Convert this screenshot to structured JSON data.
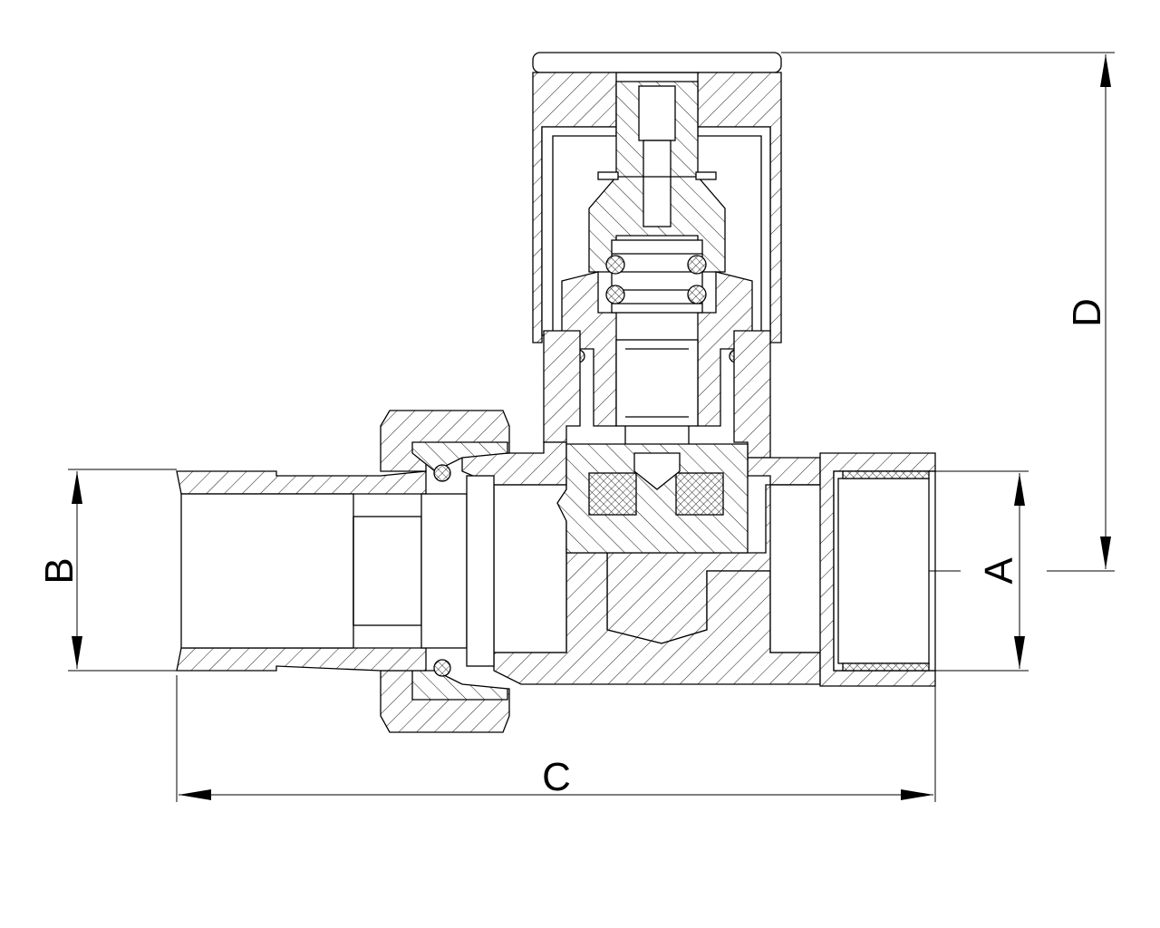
{
  "dimensions": {
    "A": "A",
    "B": "B",
    "C": "C",
    "D": "D"
  },
  "colors": {
    "line": "#000000",
    "background": "#ffffff"
  }
}
